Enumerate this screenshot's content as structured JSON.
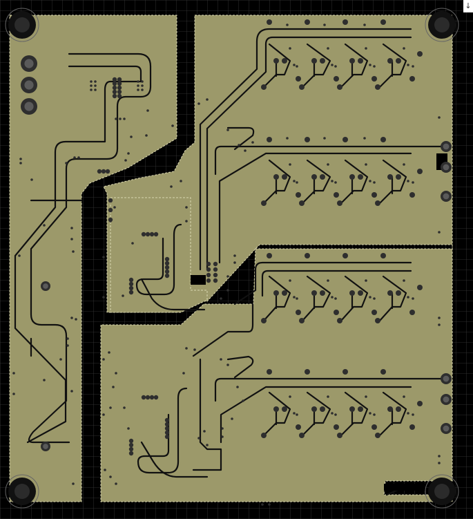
{
  "canvas": {
    "background_color": "#000000",
    "grid_color": "#3a3a3a",
    "copper_fill_color": "#9c996a",
    "copper_outline_color": "#d9d6b0",
    "trace_color": "#111111",
    "pad_ring_color": "#2e2e2e",
    "pad_hole_color": "#5a5a5a"
  },
  "corner_indicator": {
    "glyph": "↓",
    "icon": "arrow-down-icon"
  },
  "mounting_holes": [
    "top-left",
    "top-right",
    "bottom-left",
    "bottom-right"
  ],
  "output_channels": 4,
  "transistors_per_channel": 4
}
